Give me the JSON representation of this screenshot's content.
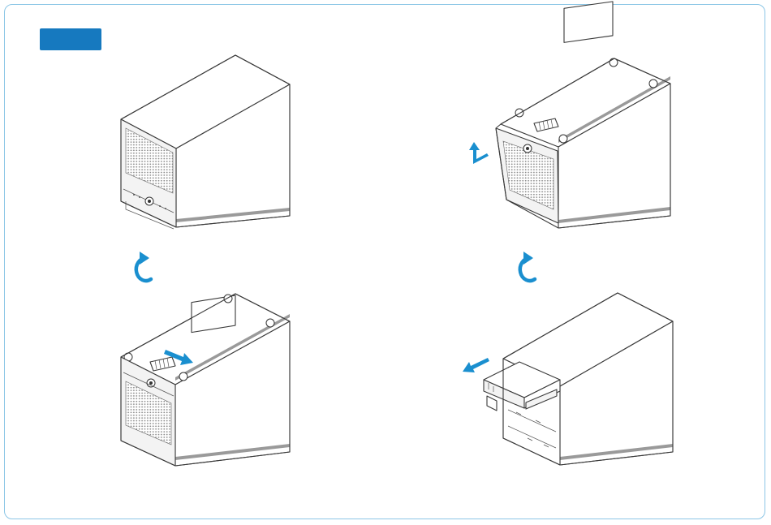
{
  "step_badge": {
    "label": "",
    "color": "#1679bf"
  },
  "frame_border_color": "#8cc6e6",
  "arrow_color": "#1a8fcf",
  "panels": [
    {
      "id": "enclosure-closed",
      "icons": []
    },
    {
      "id": "enclosure-tray-tilted",
      "icons": [
        "lift-arrow-icon"
      ]
    },
    {
      "id": "enclosure-latch-slide",
      "icons": [
        "slide-arrow-icon"
      ]
    },
    {
      "id": "enclosure-drive-removal",
      "icons": [
        "pull-arrow-icon"
      ]
    }
  ],
  "rotate_icons": [
    "rotate-cw-icon",
    "rotate-cw-icon"
  ]
}
